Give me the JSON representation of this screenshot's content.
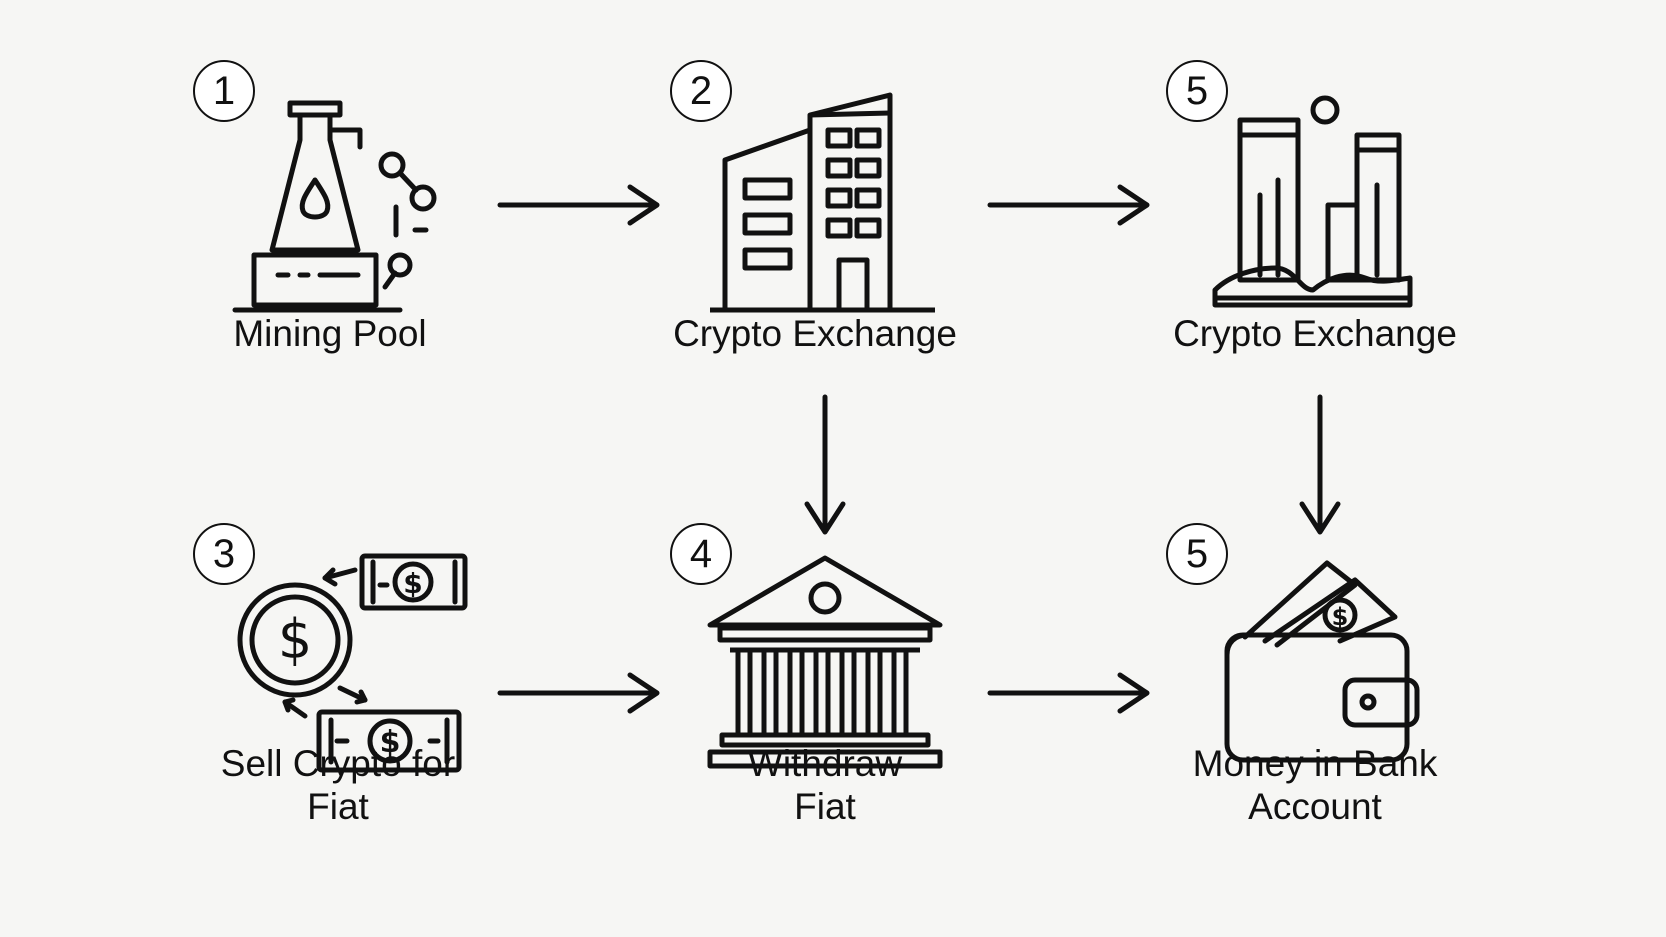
{
  "steps": [
    {
      "number": "1",
      "icon": "mining-pool-icon",
      "label_lines": [
        "Mining Pool"
      ]
    },
    {
      "number": "2",
      "icon": "exchange-building-icon",
      "label_lines": [
        "Crypto Exchange"
      ]
    },
    {
      "number": "5",
      "icon": "exchange-towers-icon",
      "label_lines": [
        "Crypto Exchange"
      ]
    },
    {
      "number": "3",
      "icon": "coin-cash-exchange-icon",
      "label_lines": [
        "Sell Crypto for",
        "Fiat"
      ]
    },
    {
      "number": "4",
      "icon": "bank-building-icon",
      "label_lines": [
        "Withdraw",
        "Fiat"
      ]
    },
    {
      "number": "5",
      "icon": "wallet-cash-icon",
      "label_lines": [
        "Money in Bank",
        "Account"
      ]
    }
  ],
  "colors": {
    "stroke": "#111111",
    "background": "#f6f6f4"
  }
}
